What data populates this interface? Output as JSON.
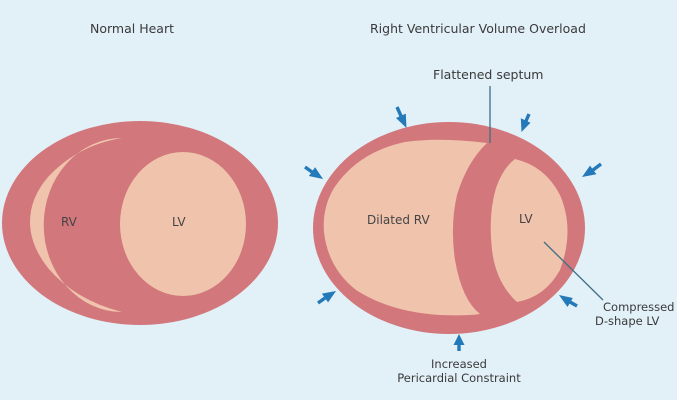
{
  "panels": {
    "normal": {
      "title": "Normal Heart",
      "rv_label": "RV",
      "lv_label": "LV"
    },
    "overload": {
      "title": "Right Ventricular Volume Overload",
      "rv_label": "Dilated RV",
      "lv_label": "LV",
      "septum_note": "Flattened septum",
      "lv_note": [
        "Compressed",
        "D-shape LV"
      ],
      "constraint_note": [
        "Increased",
        "Pericardial Constraint"
      ]
    }
  },
  "colors": {
    "background": "#e2f0f8",
    "myocardium": "#d2777b",
    "cavity": "#f0c3ad",
    "arrow": "#2479b8",
    "leader": "#3f6f86"
  }
}
